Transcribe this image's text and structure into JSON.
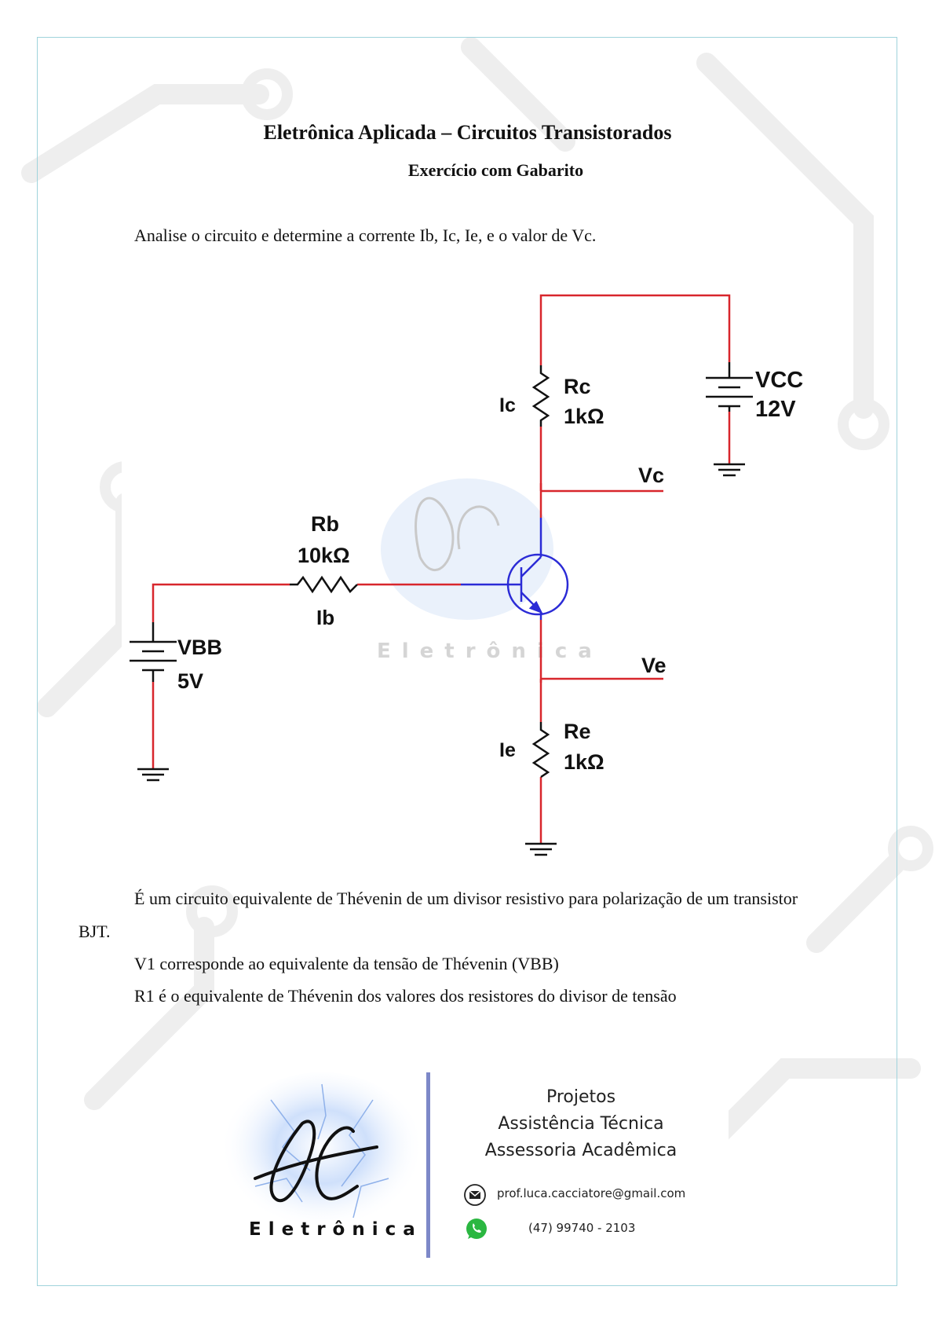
{
  "header": {
    "title": "Eletrônica Aplicada – Circuitos Transistorados",
    "subtitle": "Exercício com Gabarito"
  },
  "question": "Analise o circuito e determine a corrente Ib, Ic, Ie, e o valor de Vc.",
  "circuit": {
    "rc_name": "Rc",
    "rc_value": "1kΩ",
    "ic_label": "Ic",
    "vcc_name": "VCC",
    "vcc_value": "12V",
    "vc_label": "Vc",
    "rb_name": "Rb",
    "rb_value": "10kΩ",
    "ib_label": "Ib",
    "vbb_name": "VBB",
    "vbb_value": "5V",
    "ve_label": "Ve",
    "re_name": "Re",
    "re_value": "1kΩ",
    "ie_label": "Ie",
    "watermark_text": "Eletrônica",
    "wire_color": "#d8262c",
    "transistor_color": "#2b2bd6"
  },
  "explanation": {
    "line1": "É um circuito equivalente de Thévenin de um divisor resistivo para polarização de um transistor",
    "line1_cont": "BJT.",
    "line2": "V1 corresponde ao equivalente da tensão de Thévenin (VBB)",
    "line3": "R1 é o equivalente de Thévenin dos valores dos resistores do divisor de tensão"
  },
  "footer": {
    "logo_text": "Eletrônica",
    "services": [
      "Projetos",
      "Assistência Técnica",
      "Assessoria Acadêmica"
    ],
    "email": "prof.luca.cacciatore@gmail.com",
    "phone": "(47) 99740 - 2103",
    "email_icon": "mail-icon",
    "phone_icon": "whatsapp-icon",
    "divider_color": "#7d88c8"
  }
}
